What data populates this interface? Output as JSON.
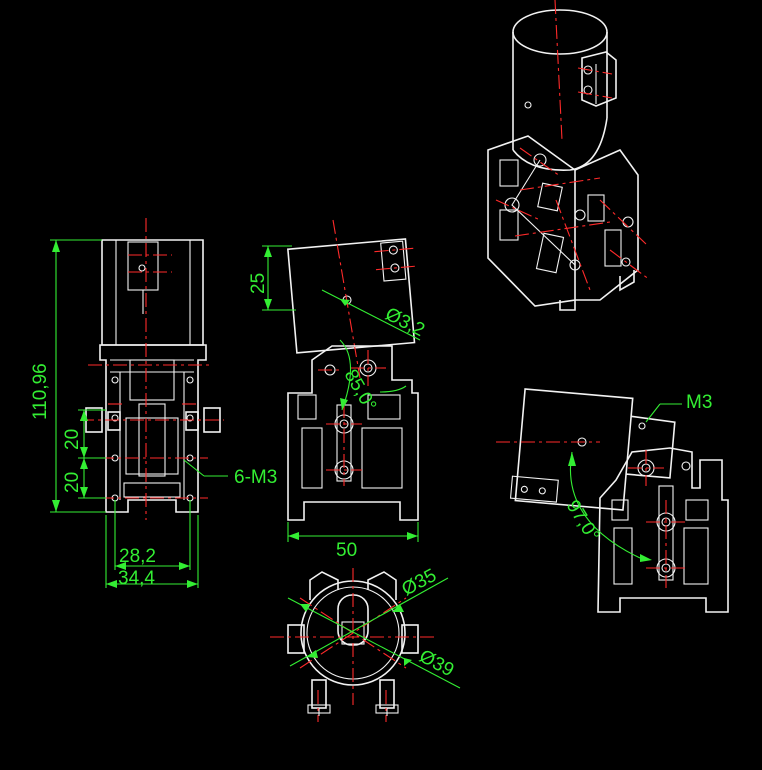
{
  "colors": {
    "background": "#000000",
    "geometry": "#f2f2f2",
    "centerlines": "#ff2a2a",
    "dimensions": "#33ee33"
  },
  "front_view": {
    "dim_height": "110,96",
    "dim_upper": "20",
    "dim_lower": "20",
    "dim_inner_width": "28,2",
    "dim_outer_width": "34,4",
    "callout_holes": "6-M3"
  },
  "side_view": {
    "dim_top": "25",
    "dim_hole": "Ø3,2",
    "dim_angle": "85,0°",
    "dim_width": "50"
  },
  "bottom_view": {
    "dim_inner_diameter": "Ø35",
    "dim_outer_diameter": "Ø39"
  },
  "rotated_view": {
    "callout_screw": "M3",
    "dim_angle": "97,0°"
  }
}
